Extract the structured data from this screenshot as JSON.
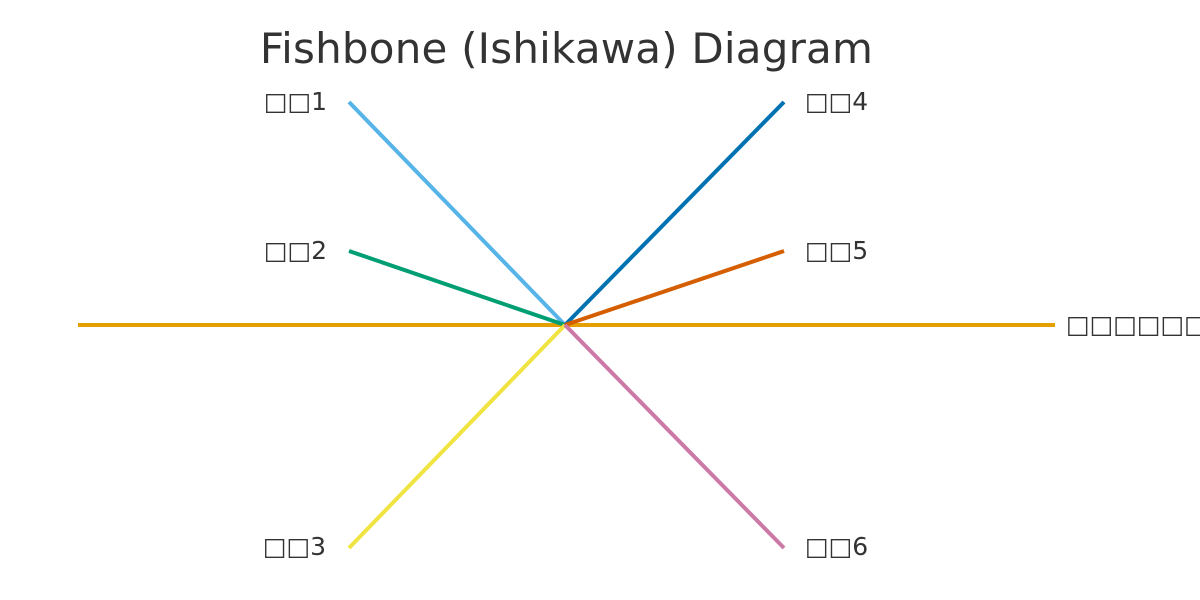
{
  "diagram": {
    "title": "Fishbone (Ishikawa) Diagram",
    "spine": {
      "label": "□□□□□□",
      "color": "#E69F00"
    },
    "causes": [
      {
        "label": "□□1",
        "color": "#56B4E9"
      },
      {
        "label": "□□2",
        "color": "#009E73"
      },
      {
        "label": "□□3",
        "color": "#F0E442"
      },
      {
        "label": "□□4",
        "color": "#0072B2"
      },
      {
        "label": "□□5",
        "color": "#D55E00"
      },
      {
        "label": "□□6",
        "color": "#CC79A7"
      }
    ]
  }
}
